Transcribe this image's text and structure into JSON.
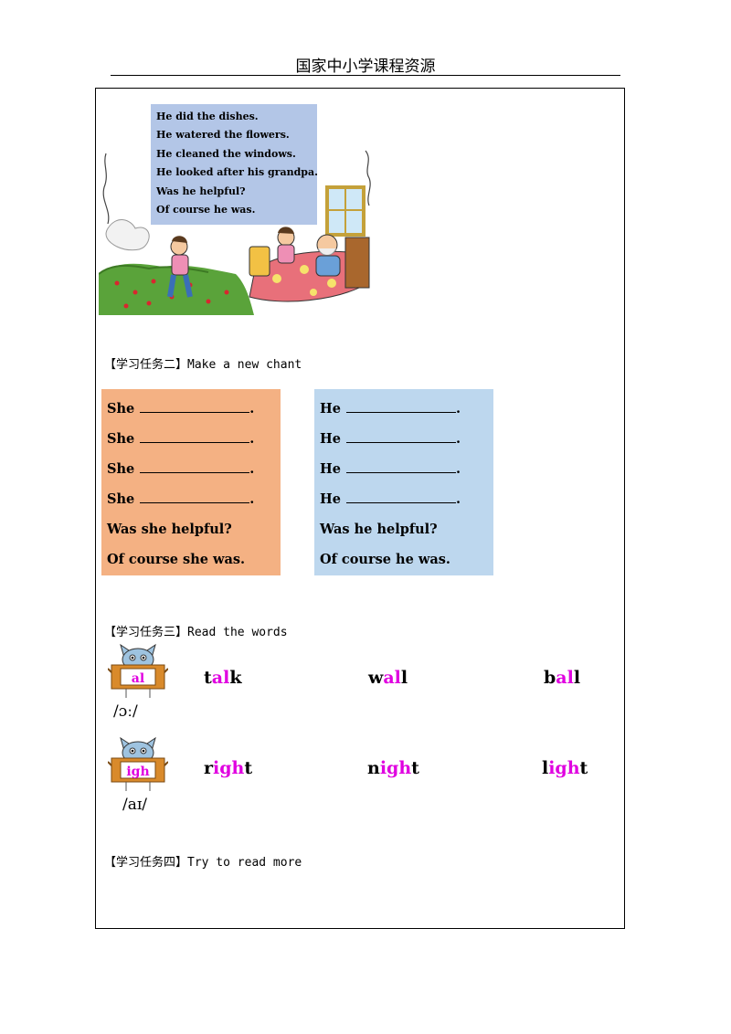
{
  "header": {
    "title": "国家中小学课程资源"
  },
  "story": {
    "lines": [
      "He did the dishes.",
      "He watered the flowers.",
      "He cleaned the windows.",
      "He looked after his grandpa.",
      "Was he helpful?",
      "Of course he was."
    ]
  },
  "task2": {
    "title": "【学习任务二】Make a new chant",
    "she": {
      "subject": "She",
      "question": "Was she helpful?",
      "answer": "Of course she was."
    },
    "he": {
      "subject": "He",
      "question": "Was he helpful?",
      "answer": "Of course he was."
    }
  },
  "task3": {
    "title": "【学习任务三】Read the words",
    "groups": [
      {
        "label": "al",
        "ipa": "/ɔː/",
        "words": [
          {
            "pre": "t",
            "hl": "al",
            "post": "k"
          },
          {
            "pre": "w",
            "hl": "al",
            "post": "l"
          },
          {
            "pre": "b",
            "hl": "al",
            "post": "l"
          }
        ]
      },
      {
        "label": "igh",
        "ipa": "/aɪ/",
        "words": [
          {
            "pre": "r",
            "hl": "igh",
            "post": "t"
          },
          {
            "pre": "n",
            "hl": "igh",
            "post": "t"
          },
          {
            "pre": "l",
            "hl": "igh",
            "post": "t"
          }
        ]
      }
    ]
  },
  "task4": {
    "title": "【学习任务四】Try to read more"
  },
  "colors": {
    "highlight": "#e000e0",
    "she_box": "#f4b183",
    "he_box": "#bdd7ee",
    "story_box": "#b3c6e7"
  }
}
